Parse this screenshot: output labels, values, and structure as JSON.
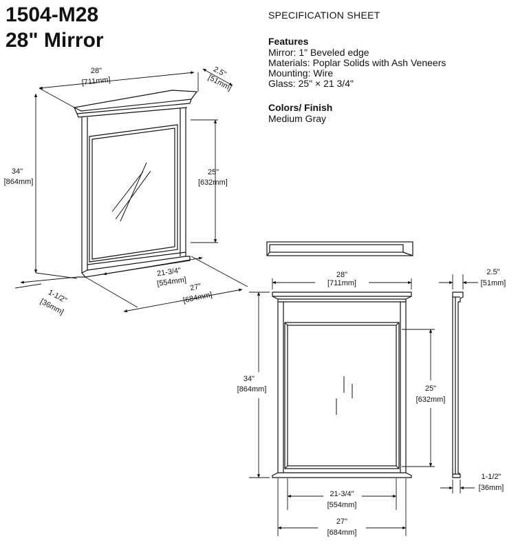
{
  "header": {
    "model": "1504-M28",
    "name": "28\" Mirror"
  },
  "spec": {
    "label": "SPECIFICATION SHEET",
    "features_heading": "Features",
    "features": [
      "Mirror: 1\" Beveled edge",
      "Materials: Poplar Solids with Ash Veneers",
      "Mounting: Wire",
      "Glass: 25\" × 21 3/4\""
    ],
    "colors_heading": "Colors/ Finish",
    "colors": [
      "Medium Gray"
    ]
  },
  "dimensions": {
    "width": {
      "in": "28\"",
      "mm": "[711mm]"
    },
    "depth": {
      "in": "2.5\"",
      "mm": "[51mm]"
    },
    "height": {
      "in": "34\"",
      "mm": "[864mm]"
    },
    "glass_height": {
      "in": "25\"",
      "mm": "[632mm]"
    },
    "glass_width": {
      "in": "21-3/4\"",
      "mm": "[554mm]"
    },
    "base_width": {
      "in": "27\"",
      "mm": "[684mm]"
    },
    "base_depth": {
      "in": "1-1/2\"",
      "mm": "[36mm]"
    }
  }
}
